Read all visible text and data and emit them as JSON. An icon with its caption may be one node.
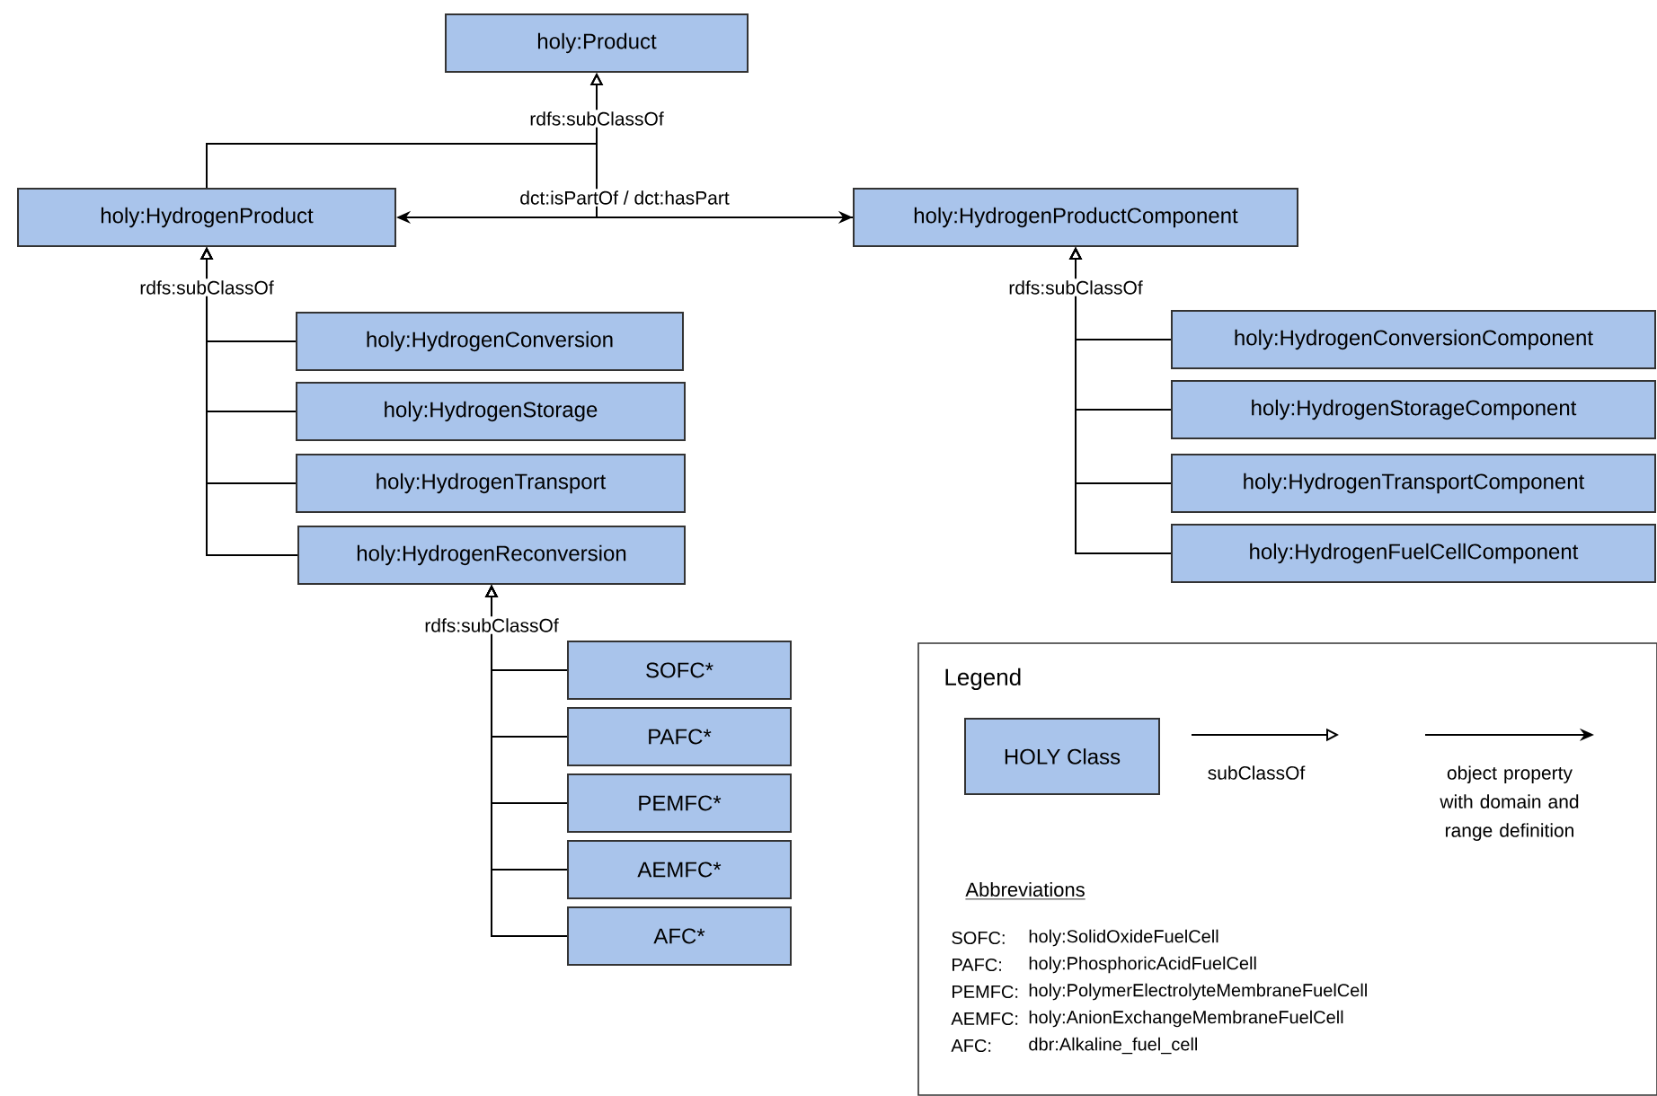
{
  "diagram": {
    "nodes": [
      {
        "text": [
          "holy:Product"
        ]
      },
      {
        "text": [
          "holy:HydrogenProduct"
        ]
      },
      {
        "text": [
          "holy:HydrogenProductComponent"
        ]
      },
      {
        "text": [
          "holy:HydrogenConversion"
        ]
      },
      {
        "text": [
          "holy:HydrogenStorage"
        ]
      },
      {
        "text": [
          "holy:HydrogenTransport"
        ]
      },
      {
        "text": [
          "holy:HydrogenReconversion"
        ]
      },
      {
        "text": [
          "SOFC*"
        ]
      },
      {
        "text": [
          "PAFC*"
        ]
      },
      {
        "text": [
          "PEMFC*"
        ]
      },
      {
        "text": [
          "AEMFC*"
        ]
      },
      {
        "text": [
          "AFC*"
        ]
      },
      {
        "text": [
          "holy:HydrogenConversionComponent"
        ]
      },
      {
        "text": [
          "holy:HydrogenStorageComponent"
        ]
      },
      {
        "text": [
          "holy:HydrogenTransportComponent"
        ]
      },
      {
        "text": [
          "holy:HydrogenFuelCellComponent"
        ]
      }
    ],
    "edges": [
      {
        "from": 1,
        "to": 0,
        "arrow": "to",
        "label": "rdfs:subClassOf"
      },
      {
        "from": 2,
        "to": 0,
        "arrow": "to"
      },
      {
        "from": 1,
        "to": 2,
        "arrow": "both",
        "label": "dct:isPartOf / dct:hasPart"
      },
      {
        "from": 3,
        "to": 1,
        "arrow": "to",
        "label": "rdfs:subClassOf"
      },
      {
        "from": 4,
        "to": 1,
        "arrow": "to"
      },
      {
        "from": 5,
        "to": 1,
        "arrow": "to"
      },
      {
        "from": 6,
        "to": 1,
        "arrow": "to"
      },
      {
        "from": 12,
        "to": 2,
        "arrow": "to",
        "label": "rdfs:subClassOf"
      },
      {
        "from": 13,
        "to": 2,
        "arrow": "to"
      },
      {
        "from": 14,
        "to": 2,
        "arrow": "to"
      },
      {
        "from": 15,
        "to": 2,
        "arrow": "to"
      },
      {
        "from": 7,
        "to": 6,
        "arrow": "to",
        "label": "rdfs:subClassOf"
      },
      {
        "from": 8,
        "to": 6,
        "arrow": "to"
      },
      {
        "from": 9,
        "to": 6,
        "arrow": "to"
      },
      {
        "from": 10,
        "to": 6,
        "arrow": "to"
      },
      {
        "from": 11,
        "to": 6,
        "arrow": "to"
      }
    ],
    "labels": [
      "Legend",
      "Abbreviations",
      "SOFC:",
      "holy:SolidOxideFuelCell",
      "PAFC:",
      "holy:PhosphoricAcidFuelCell",
      "PEMFC:",
      "holy:PolymerElectrolyteMembraneFuelCell",
      "AEMFC:",
      "holy:AnionExchangeMembraneFuelCell",
      "AFC:",
      "dbr:Alkaline_fuel_cell"
    ],
    "legend": [
      {
        "text": "HOLY Class",
        "color": "#a9c4eb"
      },
      {
        "text": "subClassOf"
      },
      {
        "text": "object property with domain and range definition"
      }
    ]
  }
}
